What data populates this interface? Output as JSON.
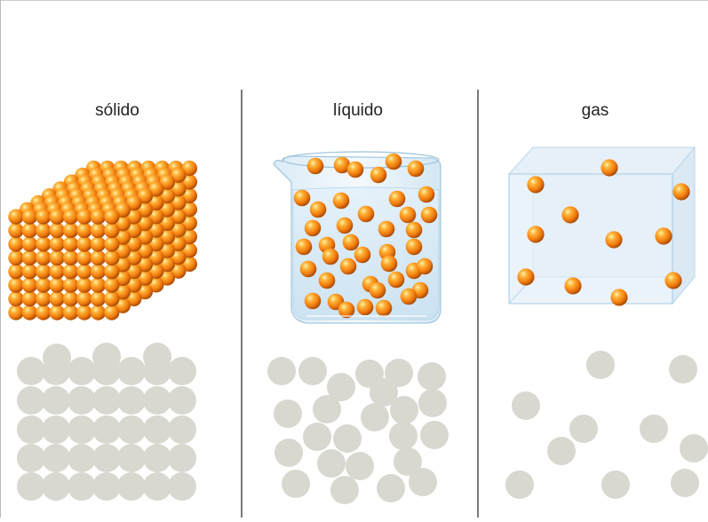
{
  "panels": [
    {
      "label": "sólido",
      "state": "solid"
    },
    {
      "label": "líquido",
      "state": "liquid"
    },
    {
      "label": "gas",
      "state": "gas"
    }
  ],
  "colors": {
    "particle_3d": "#f28a10",
    "particle_3d_highlight": "#ffe08a",
    "particle_3d_shadow": "#b0500a",
    "particle_2d": "#d8d8d0",
    "divider": "#333333",
    "container_blue": "#bcd8ec"
  }
}
